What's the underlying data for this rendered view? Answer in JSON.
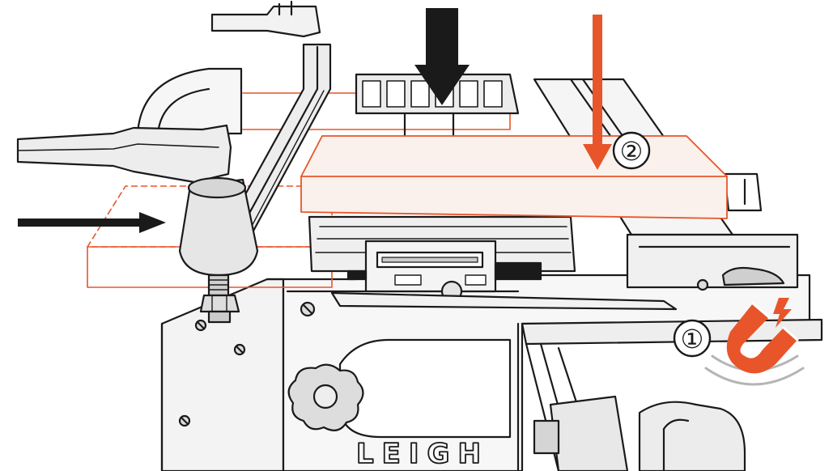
{
  "diagram": {
    "callouts": [
      {
        "label": "②"
      },
      {
        "label": "①"
      }
    ],
    "logo_text": "LEIGH"
  },
  "colors": {
    "accent": "#e8552a",
    "line": "#1a1a1a",
    "fill_light": "#f5f5f5",
    "fill_mid": "#e6e6e6",
    "fill_dark": "#cfcfcf",
    "workpiece_fill": "#fbf1ec",
    "magnet_rings": "#b5b5b5"
  },
  "icons": [
    "push-arrow-black",
    "down-arrow-black",
    "down-arrow-orange",
    "horseshoe-magnet-icon",
    "lightning-spark-icon",
    "star-knob-icon"
  ]
}
